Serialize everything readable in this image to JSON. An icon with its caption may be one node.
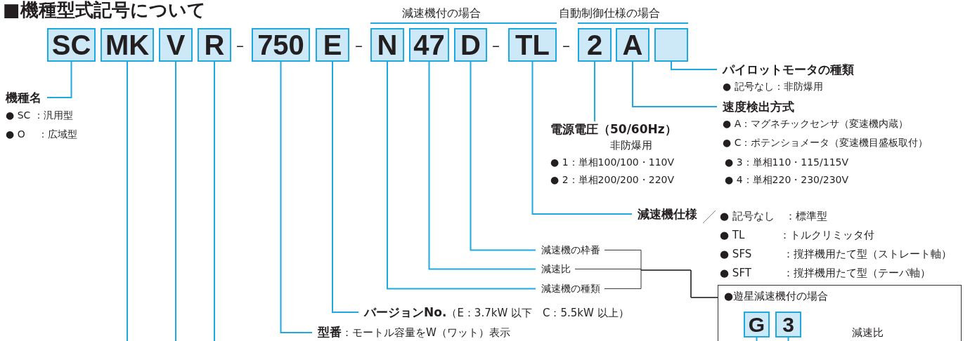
{
  "diagram": {
    "title": "■機種型式記号について",
    "nodes": [
      {
        "text": [
          "SC"
        ]
      },
      {
        "text": [
          "MK"
        ]
      },
      {
        "text": [
          "V"
        ]
      },
      {
        "text": [
          "R"
        ]
      },
      {
        "text": [
          "750"
        ]
      },
      {
        "text": [
          "E"
        ]
      },
      {
        "text": [
          "N"
        ]
      },
      {
        "text": [
          "47"
        ]
      },
      {
        "text": [
          "D"
        ]
      },
      {
        "text": [
          "TL"
        ]
      },
      {
        "text": [
          "2"
        ]
      },
      {
        "text": [
          "A"
        ]
      },
      {
        "text": [],
        "shape": "box"
      },
      {
        "text": [
          "機種名"
        ]
      },
      {
        "text": [
          "パイロットモータの種類",
          "● 記号なし：非防爆用"
        ]
      },
      {
        "text": [
          "速度検出方式",
          "● A：マグネチックセンサ（変速機内蔵）",
          "● C：ポテンショメータ（変速機目盛板取付）"
        ]
      },
      {
        "text": [
          "電源電圧（50/60Hz）",
          "非防爆用",
          "● 1：単相100/100・110V",
          "● 3：単相110・115/115V",
          "● 2：単相200/200・220V",
          "● 4：単相220・230/230V"
        ]
      },
      {
        "text": [
          "減速機仕様",
          "● 記号なし　：標準型",
          "● TL　　　 ：トルクリミッタ付",
          "● SFS　　　：撹拌機用たて型（ストレート軸）",
          "● SFT　　　：撹拌機用たて型（テーパ軸）"
        ]
      },
      {
        "text": [
          "減速機の枠番"
        ]
      },
      {
        "text": [
          "減速比"
        ]
      },
      {
        "text": [
          "減速機の種類"
        ]
      },
      {
        "text": [
          "●遊星減速機付の場合"
        ]
      },
      {
        "text": [
          "G"
        ],
        "in": 21
      },
      {
        "text": [
          "3"
        ],
        "in": 21
      },
      {
        "text": [
          "バージョンNo.",
          "（E：3.7kW 以下　C：5.5kW 以上）"
        ]
      },
      {
        "text": [
          "**型番**：モートル容量をW（ワット）表示"
        ]
      }
    ],
    "edges": [
      {
        "from": 0,
        "to": 13,
        "arrow": "none"
      },
      {
        "from": 1,
        "to": null,
        "arrow": "none"
      },
      {
        "from": 2,
        "to": null,
        "arrow": "none"
      },
      {
        "from": 3,
        "to": null,
        "arrow": "none"
      },
      {
        "from": 4,
        "to": 25,
        "arrow": "none"
      },
      {
        "from": 5,
        "to": 24,
        "arrow": "none"
      },
      {
        "from": 6,
        "to": 20,
        "arrow": "none"
      },
      {
        "from": 7,
        "to": 19,
        "arrow": "none"
      },
      {
        "from": 8,
        "to": 18,
        "arrow": "none"
      },
      {
        "from": 9,
        "to": 17,
        "arrow": "none"
      },
      {
        "from": 10,
        "to": 16,
        "arrow": "none"
      },
      {
        "from": 11,
        "to": 15,
        "arrow": "none"
      },
      {
        "from": 12,
        "to": 14,
        "arrow": "none"
      },
      {
        "from": 18,
        "to": 21,
        "arrow": "none",
        "color": "#333333"
      },
      {
        "from": 19,
        "to": 21,
        "arrow": "none",
        "color": "#333333"
      },
      {
        "from": 20,
        "to": 21,
        "arrow": "none",
        "color": "#333333"
      },
      {
        "from": 22,
        "to": null,
        "arrow": "none"
      },
      {
        "from": 23,
        "to": null,
        "arrow": "none"
      }
    ],
    "labels": [
      "減速機付の場合",
      "自動制御仕様の場合",
      "–",
      "–",
      "–",
      "–",
      "● SC ：汎用型",
      "● O 　：広域型",
      "減速比"
    ]
  }
}
